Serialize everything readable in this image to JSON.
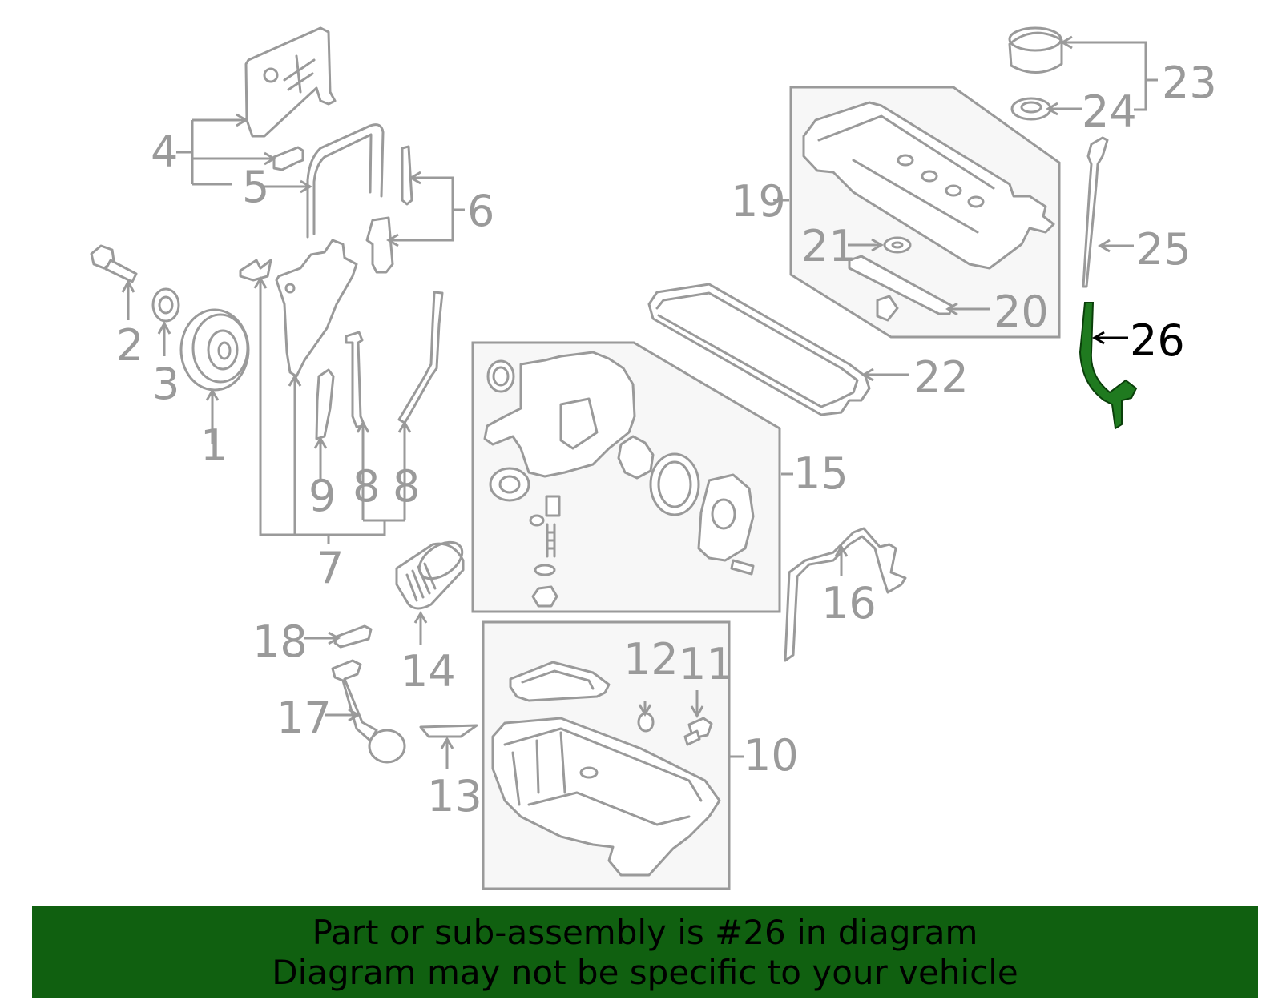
{
  "diagram": {
    "callouts": [
      "1",
      "2",
      "3",
      "4",
      "5",
      "6",
      "7",
      "8",
      "8",
      "9",
      "10",
      "11",
      "12",
      "13",
      "14",
      "15",
      "16",
      "17",
      "18",
      "19",
      "20",
      "21",
      "22",
      "23",
      "24",
      "25",
      "26"
    ],
    "highlighted_callout": "26",
    "colors": {
      "part_gray": "#9a9a9a",
      "highlight_part": "#1f7a1f",
      "banner_bg": "#106010",
      "box_fill": "#f7f7f7"
    }
  },
  "banner": {
    "line1": "Part or sub-assembly is #26 in diagram",
    "line2": "Diagram may not be specific to your vehicle"
  }
}
